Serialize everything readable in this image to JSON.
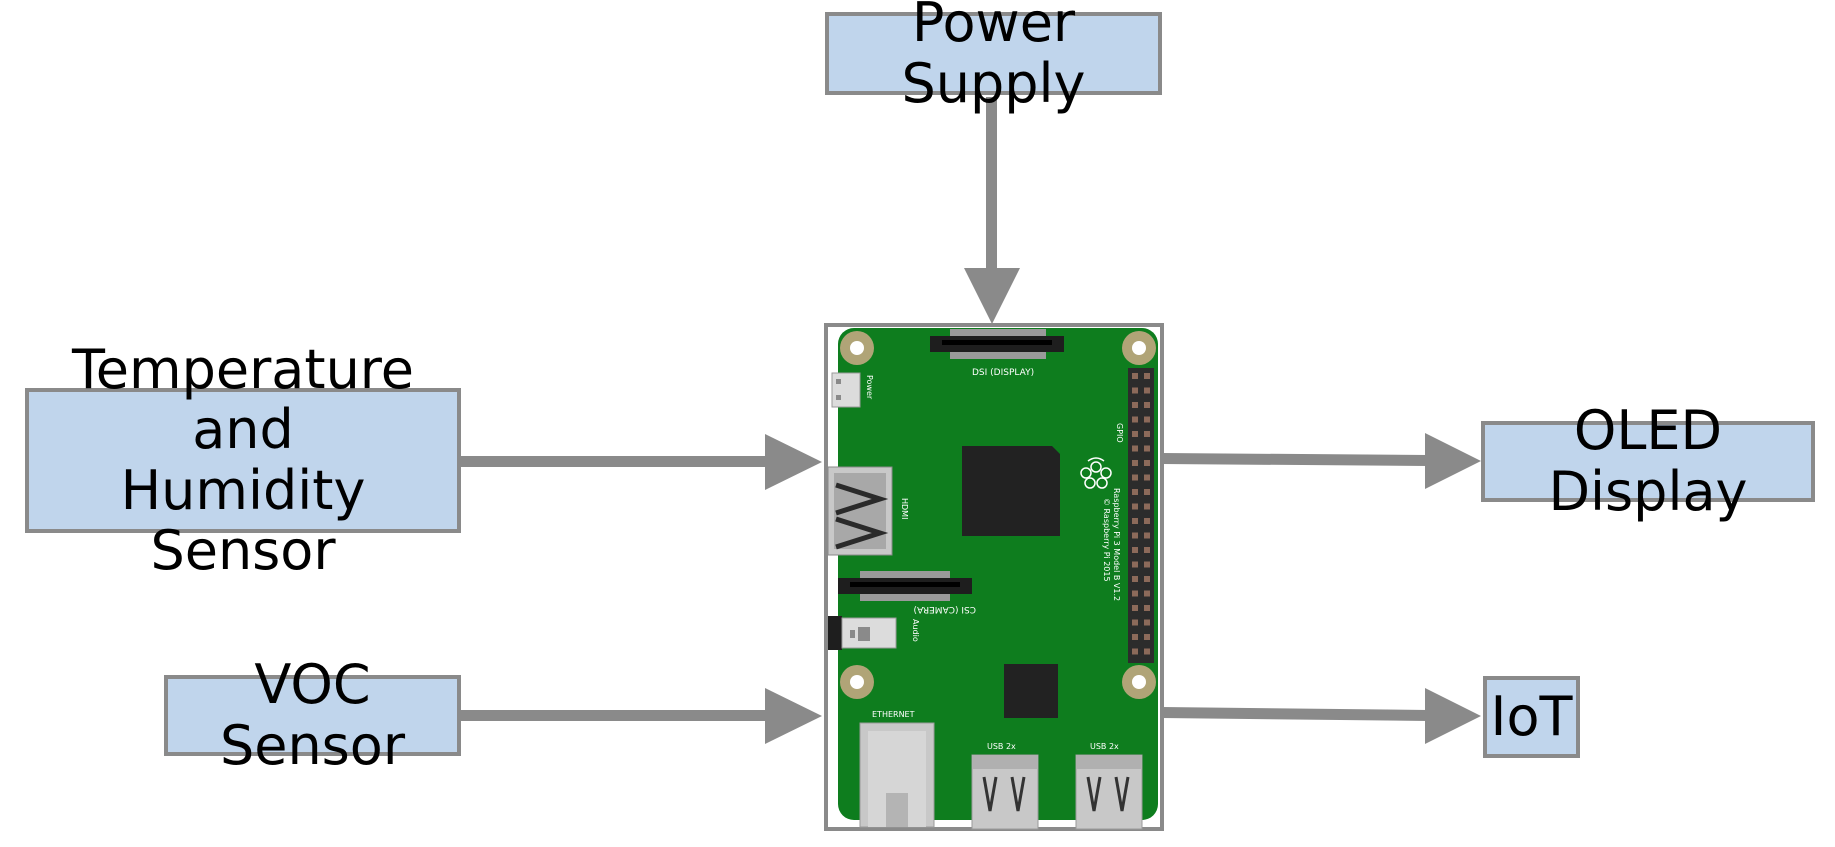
{
  "blocks": {
    "power_supply": "Power Supply",
    "temp_line1": "Temperature and",
    "temp_line2": "Humidity Sensor",
    "voc_sensor": "VOC Sensor",
    "oled_display": "OLED Display",
    "iot": "IoT"
  },
  "board": {
    "dsi": "DSI (DISPLAY)",
    "power": "Power",
    "hdmi": "HDMI",
    "gpio": "GPIO",
    "model": "Raspberry Pi 3 Model B V1.2",
    "copyright": "© Raspberry Pi 2015",
    "csi": "CSI (CAMERA)",
    "audio": "Audio",
    "ethernet": "ETHERNET",
    "usb_left": "USB 2x",
    "usb_right": "USB 2x"
  },
  "colors": {
    "box_fill": "#c0d5ec",
    "box_border": "#8a8a8a",
    "arrow": "#8a8a8a",
    "board_green": "#0e7d1e"
  }
}
